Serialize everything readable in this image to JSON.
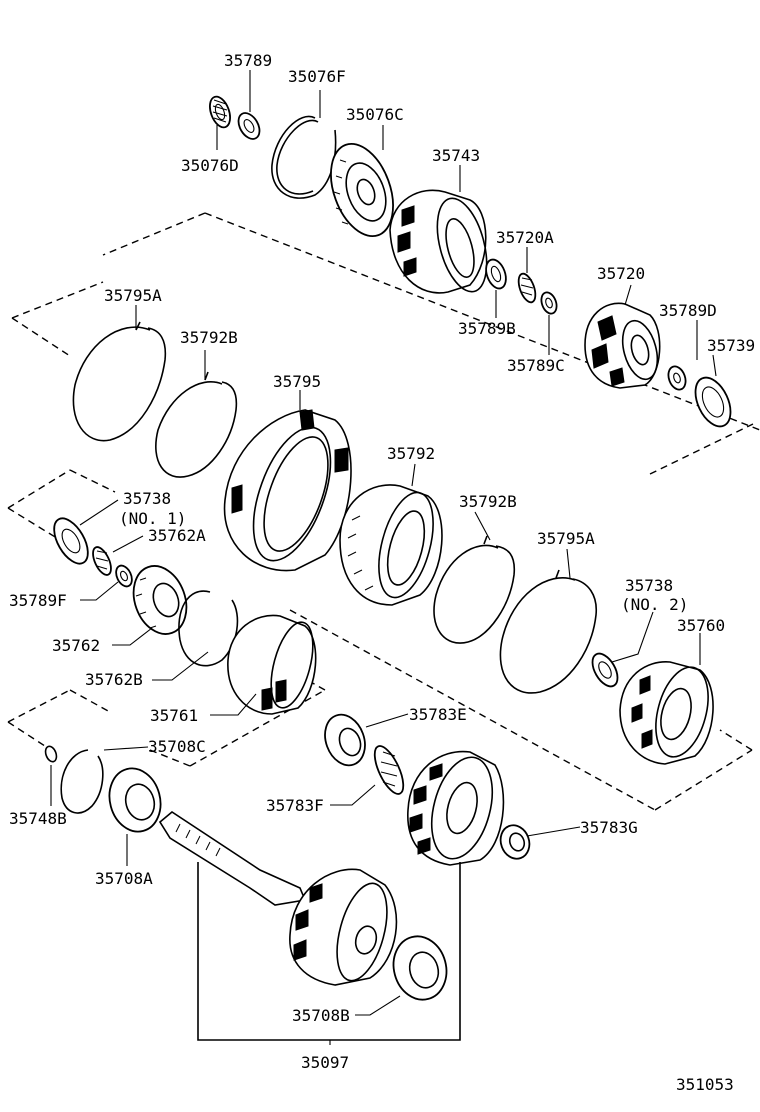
{
  "labels": {
    "p35789": "35789",
    "p35076F": "35076F",
    "p35076C": "35076C",
    "p35076D": "35076D",
    "p35743": "35743",
    "p35720A": "35720A",
    "p35720": "35720",
    "p35789D": "35789D",
    "p35739": "35739",
    "p35789B": "35789B",
    "p35789C": "35789C",
    "p35795A_top": "35795A",
    "p35792B_top": "35792B",
    "p35795": "35795",
    "p35792": "35792",
    "p35738_1": "35738",
    "p35738_1_sub": "(NO. 1)",
    "p35762A": "35762A",
    "p35789F": "35789F",
    "p35762": "35762",
    "p35762B": "35762B",
    "p35761": "35761",
    "p35792B_mid": "35792B",
    "p35795A_mid": "35795A",
    "p35738_2": "35738",
    "p35738_2_sub": "(NO. 2)",
    "p35760": "35760",
    "p35783E": "35783E",
    "p35708C": "35708C",
    "p35748B": "35748B",
    "p35783F": "35783F",
    "p35783G": "35783G",
    "p35708A": "35708A",
    "p35708B": "35708B",
    "p35097": "35097",
    "figure_number": "351053"
  }
}
